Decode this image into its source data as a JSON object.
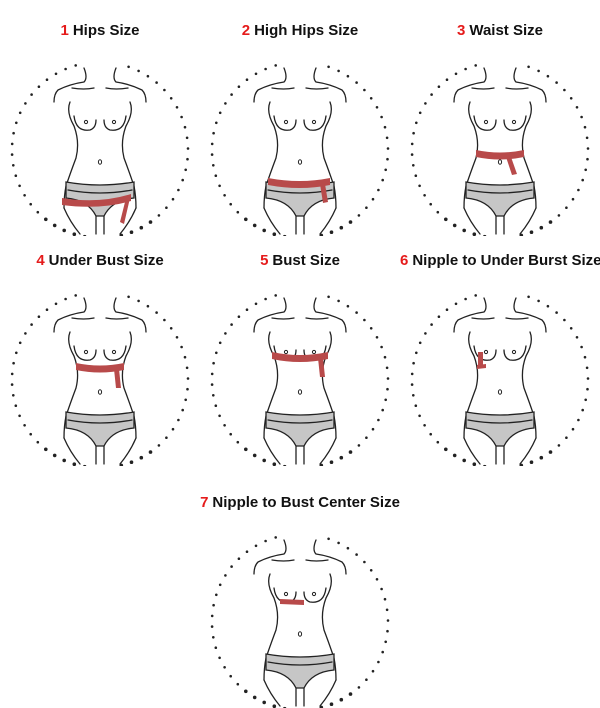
{
  "colors": {
    "number": "#e51b1b",
    "tape": "#b84a4a",
    "panty": "#c6c6c6",
    "line": "#222222"
  },
  "items": [
    {
      "num": "1",
      "label": "Hips Size",
      "tape": "hips"
    },
    {
      "num": "2",
      "label": "High Hips Size",
      "tape": "highhips"
    },
    {
      "num": "3",
      "label": "Waist Size",
      "tape": "waist"
    },
    {
      "num": "4",
      "label": "Under Bust Size",
      "tape": "underbust"
    },
    {
      "num": "5",
      "label": "Bust Size",
      "tape": "bust"
    },
    {
      "num": "6",
      "label": "Nipple to Under Burst Size",
      "tape": "nipple_under"
    },
    {
      "num": "7",
      "label": "Nipple to Bust Center Size",
      "tape": "nipple_center"
    }
  ]
}
